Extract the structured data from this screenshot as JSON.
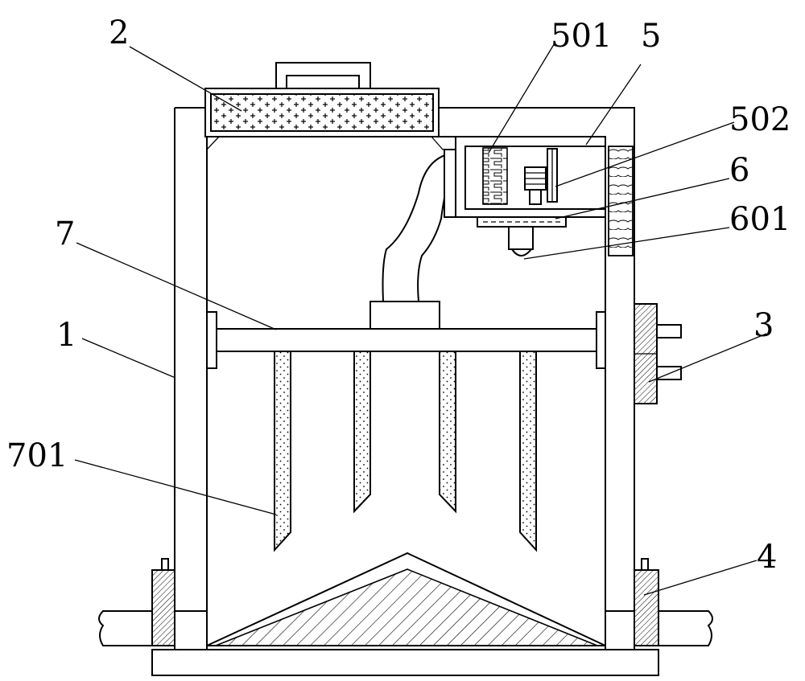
{
  "diagram": {
    "labels": {
      "l1": "1",
      "l2": "2",
      "l3": "3",
      "l4": "4",
      "l5": "5",
      "l501": "501",
      "l502": "502",
      "l6": "6",
      "l601": "601",
      "l7": "7",
      "l701": "701"
    }
  }
}
